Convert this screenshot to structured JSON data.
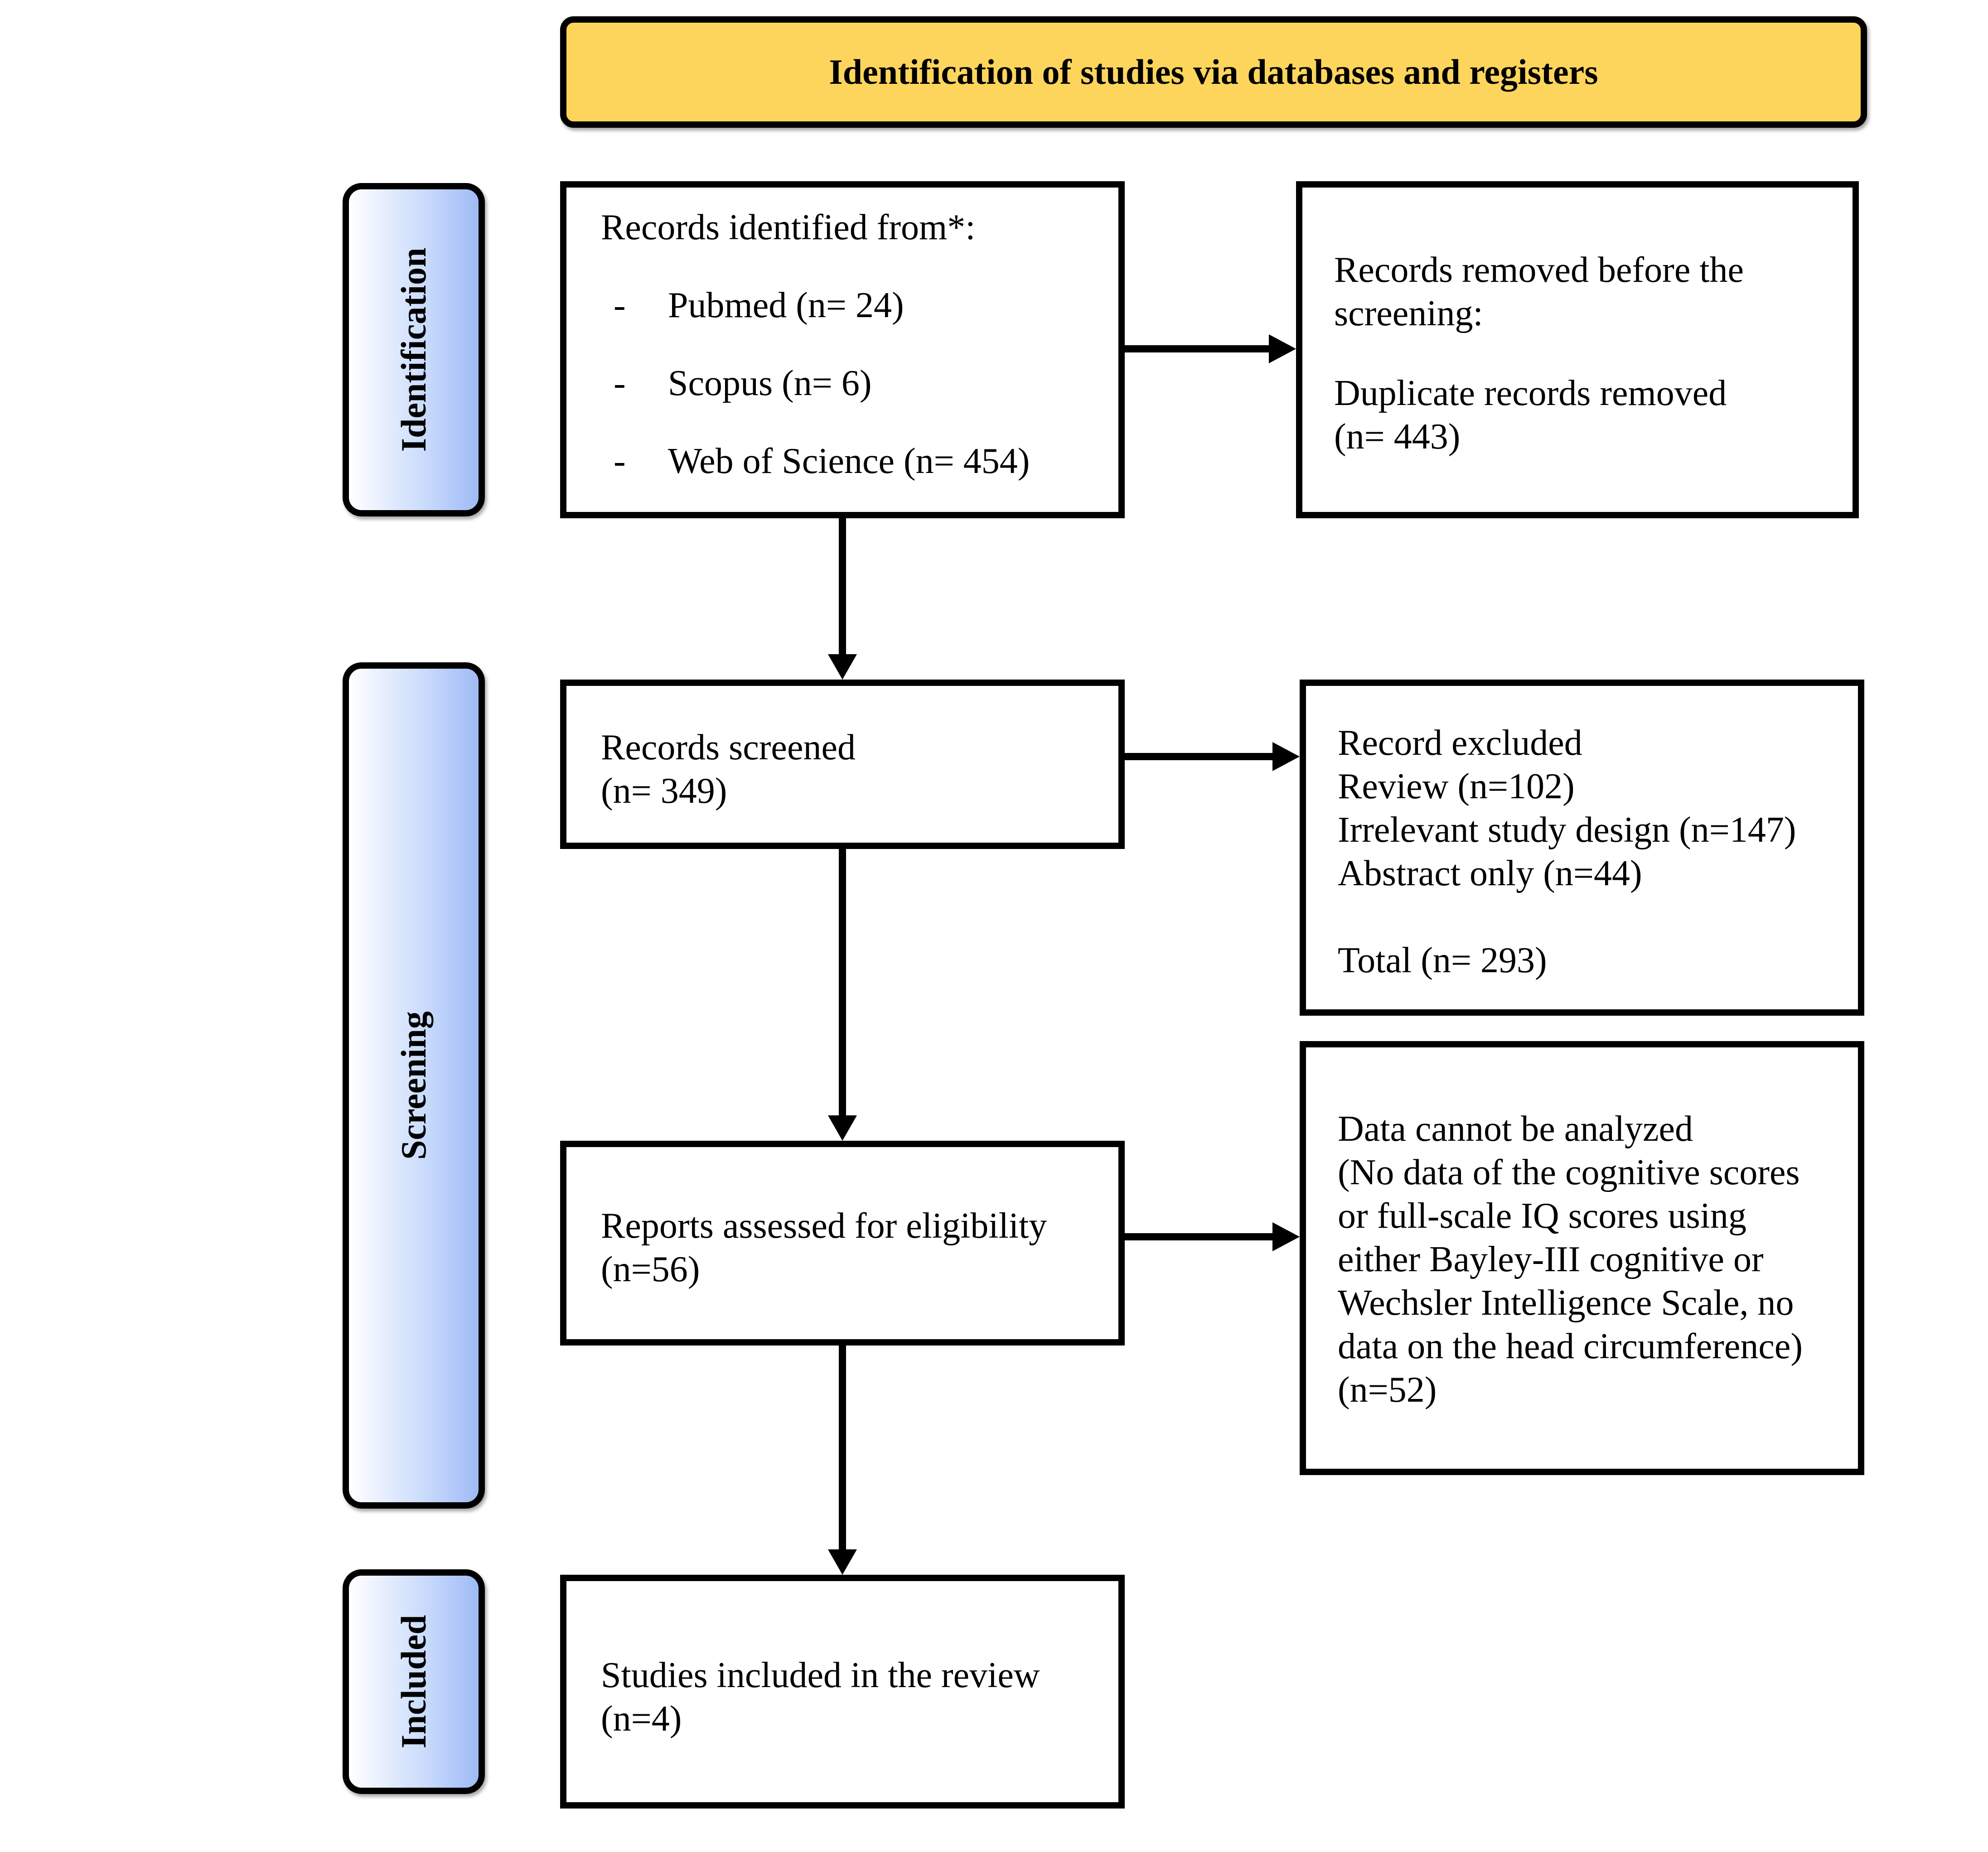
{
  "header": {
    "title": "Identification of studies via databases and registers"
  },
  "stages": {
    "identification": "Identification",
    "screening": "Screening",
    "included": "Included"
  },
  "boxes": {
    "records_identified": {
      "heading": "Records identified from*:",
      "items": [
        {
          "bullet": "-",
          "text": "Pubmed (n= 24)"
        },
        {
          "bullet": "-",
          "text": "Scopus (n= 6)"
        },
        {
          "bullet": "-",
          "text": "Web of Science (n= 454)"
        }
      ]
    },
    "records_removed": {
      "lines": [
        "Records removed before the",
        "screening:",
        "Duplicate records removed",
        "(n= 443)"
      ]
    },
    "records_screened": {
      "lines": [
        "Records screened",
        "(n= 349)"
      ]
    },
    "records_excluded": {
      "lines": [
        "Record excluded",
        "Review (n=102)",
        "Irrelevant study design (n=147)",
        "Abstract only (n=44)",
        "Total (n= 293)"
      ]
    },
    "reports_assessed": {
      "lines": [
        "Reports assessed for eligibility",
        "(n=56)"
      ]
    },
    "data_not_analyzed": {
      "lines": [
        "Data cannot be analyzed",
        "(No data of the cognitive scores",
        "or full-scale IQ scores using",
        "either Bayley-III cognitive or",
        "Wechsler Intelligence Scale, no",
        "data on the head circumference)",
        "(n=52)"
      ]
    },
    "studies_included": {
      "lines": [
        "Studies included in the review",
        "(n=4)"
      ]
    }
  },
  "colors": {
    "header_fill": "#fdd55c",
    "stage_gradient_start": "#ffffff",
    "stage_gradient_end": "#9fbaf5",
    "stroke": "#000000"
  }
}
